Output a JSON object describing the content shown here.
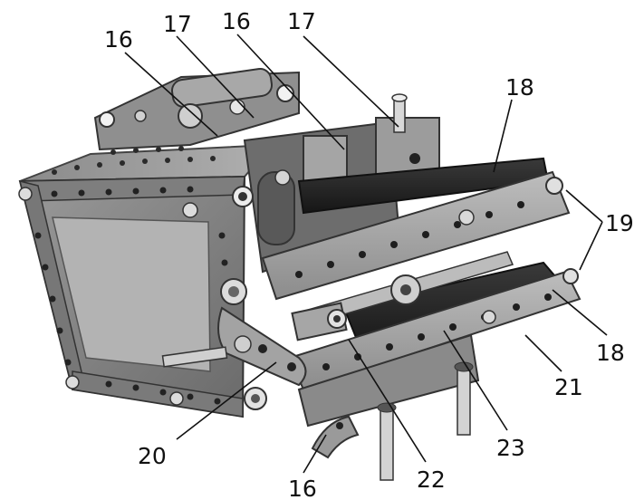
{
  "figure": {
    "callouts": [
      {
        "id": "c16a",
        "text": "16"
      },
      {
        "id": "c17a",
        "text": "17"
      },
      {
        "id": "c16b",
        "text": "16"
      },
      {
        "id": "c17b",
        "text": "17"
      },
      {
        "id": "c18a",
        "text": "18"
      },
      {
        "id": "c19",
        "text": "19"
      },
      {
        "id": "c18b",
        "text": "18"
      },
      {
        "id": "c21",
        "text": "21"
      },
      {
        "id": "c23",
        "text": "23"
      },
      {
        "id": "c22",
        "text": "22"
      },
      {
        "id": "c20",
        "text": "20"
      },
      {
        "id": "c16c",
        "text": "16"
      }
    ]
  }
}
